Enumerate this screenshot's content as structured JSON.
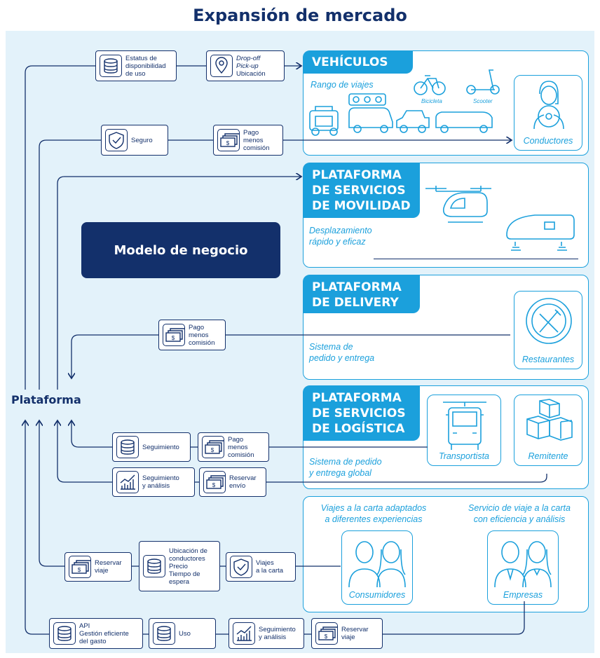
{
  "title": "Expansión de mercado",
  "model_label": "Modelo de negocio",
  "platform_label": "Plataforma",
  "panels": {
    "vehiculos": {
      "header": "VEHÍCULOS",
      "subtitle": "Rango de viajes",
      "bicycle": "Bicicleta",
      "scooter": "Scooter",
      "card": "Conductores"
    },
    "movilidad": {
      "header": "PLATAFORMA\nDE SERVICIOS\nDE MOVILIDAD",
      "subtitle": "Desplazamiento\nrápido y eficaz"
    },
    "delivery": {
      "header": "PLATAFORMA\nDE DELIVERY",
      "subtitle": "Sistema de\npedido y entrega",
      "card": "Restaurantes"
    },
    "logistica": {
      "header": "PLATAFORMA\nDE SERVICIOS\nDE LOGÍSTICA",
      "subtitle": "Sistema de pedido\ny entrega global",
      "card1": "Transportista",
      "card2": "Remitente"
    },
    "viajes": {
      "left_title": "Viajes a la carta adaptados\na diferentes experiencias",
      "right_title": "Servicio de viaje a la carta\ncon eficiencia y análisis",
      "card1": "Consumidores",
      "card2": "Empresas"
    }
  },
  "boxes": {
    "estatus": {
      "label": "Estatus de\ndisponibilidad\nde uso",
      "icon": "database-icon"
    },
    "ubicacion": {
      "label_italic": "Drop-off\nPick-up",
      "label": "Ubicación",
      "icon": "location-pin-icon"
    },
    "seguro": {
      "label": "Seguro",
      "icon": "shield-check-icon"
    },
    "pago1": {
      "label": "Pago\nmenos\ncomisión",
      "icon": "money-icon"
    },
    "pago2": {
      "label": "Pago\nmenos\ncomisión",
      "icon": "money-icon"
    },
    "seguimiento": {
      "label": "Seguimiento",
      "icon": "database-icon"
    },
    "pago3": {
      "label": "Pago\nmenos\ncomisión",
      "icon": "money-icon"
    },
    "seg_analisis1": {
      "label": "Seguimiento\ny análisis",
      "icon": "chart-icon"
    },
    "reservar_envio": {
      "label": "Reservar\nenvío",
      "icon": "money-icon"
    },
    "reservar_viaje1": {
      "label": "Reservar\nviaje",
      "icon": "money-icon"
    },
    "ubic_cond": {
      "label": "Ubicación de\nconductores\nPrecio\nTiempo de\nespera",
      "icon": "database-icon"
    },
    "viajes_carta": {
      "label": "Viajes\na la carta",
      "icon": "shield-check-icon"
    },
    "api": {
      "label": "API\nGestión eficiente\ndel gasto",
      "icon": "database-icon"
    },
    "uso": {
      "label": "Uso",
      "icon": "database-icon"
    },
    "seg_analisis2": {
      "label": "Seguimiento\ny análisis",
      "icon": "chart-icon"
    },
    "reservar_viaje2": {
      "label": "Reservar\nviaje",
      "icon": "money-icon"
    }
  },
  "colors": {
    "accent": "#1ba0dc",
    "navy": "#13306b",
    "background": "#e3f2fa"
  }
}
